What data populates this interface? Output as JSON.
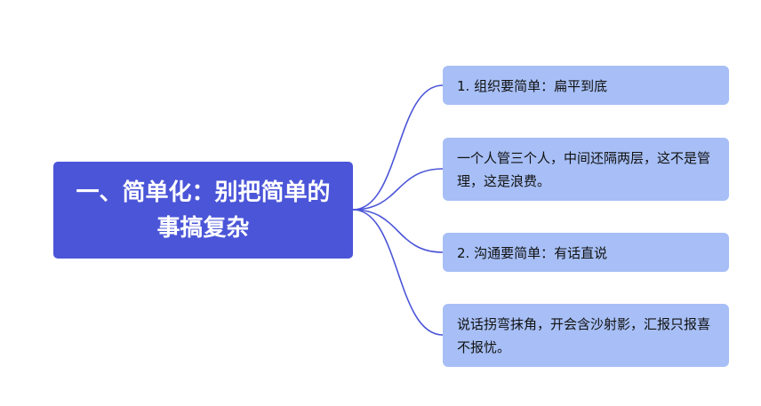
{
  "mindmap": {
    "root": {
      "label": "一、简单化：别把简单的事搞复杂"
    },
    "branches": [
      {
        "label": "1. 组织要简单：扁平到底"
      },
      {
        "label": "一个人管三个人，中间还隔两层，这不是管理，这是浪费。"
      },
      {
        "label": "2. 沟通要简单：有话直说"
      },
      {
        "label": "说话拐弯抹角，开会含沙射影，汇报只报喜不报忧。"
      }
    ],
    "colors": {
      "root_fill": "#4b55d8",
      "root_text": "#ffffff",
      "branch_fill": "#a7bff6",
      "branch_text": "#111111",
      "connector": "#4b55d8"
    }
  }
}
